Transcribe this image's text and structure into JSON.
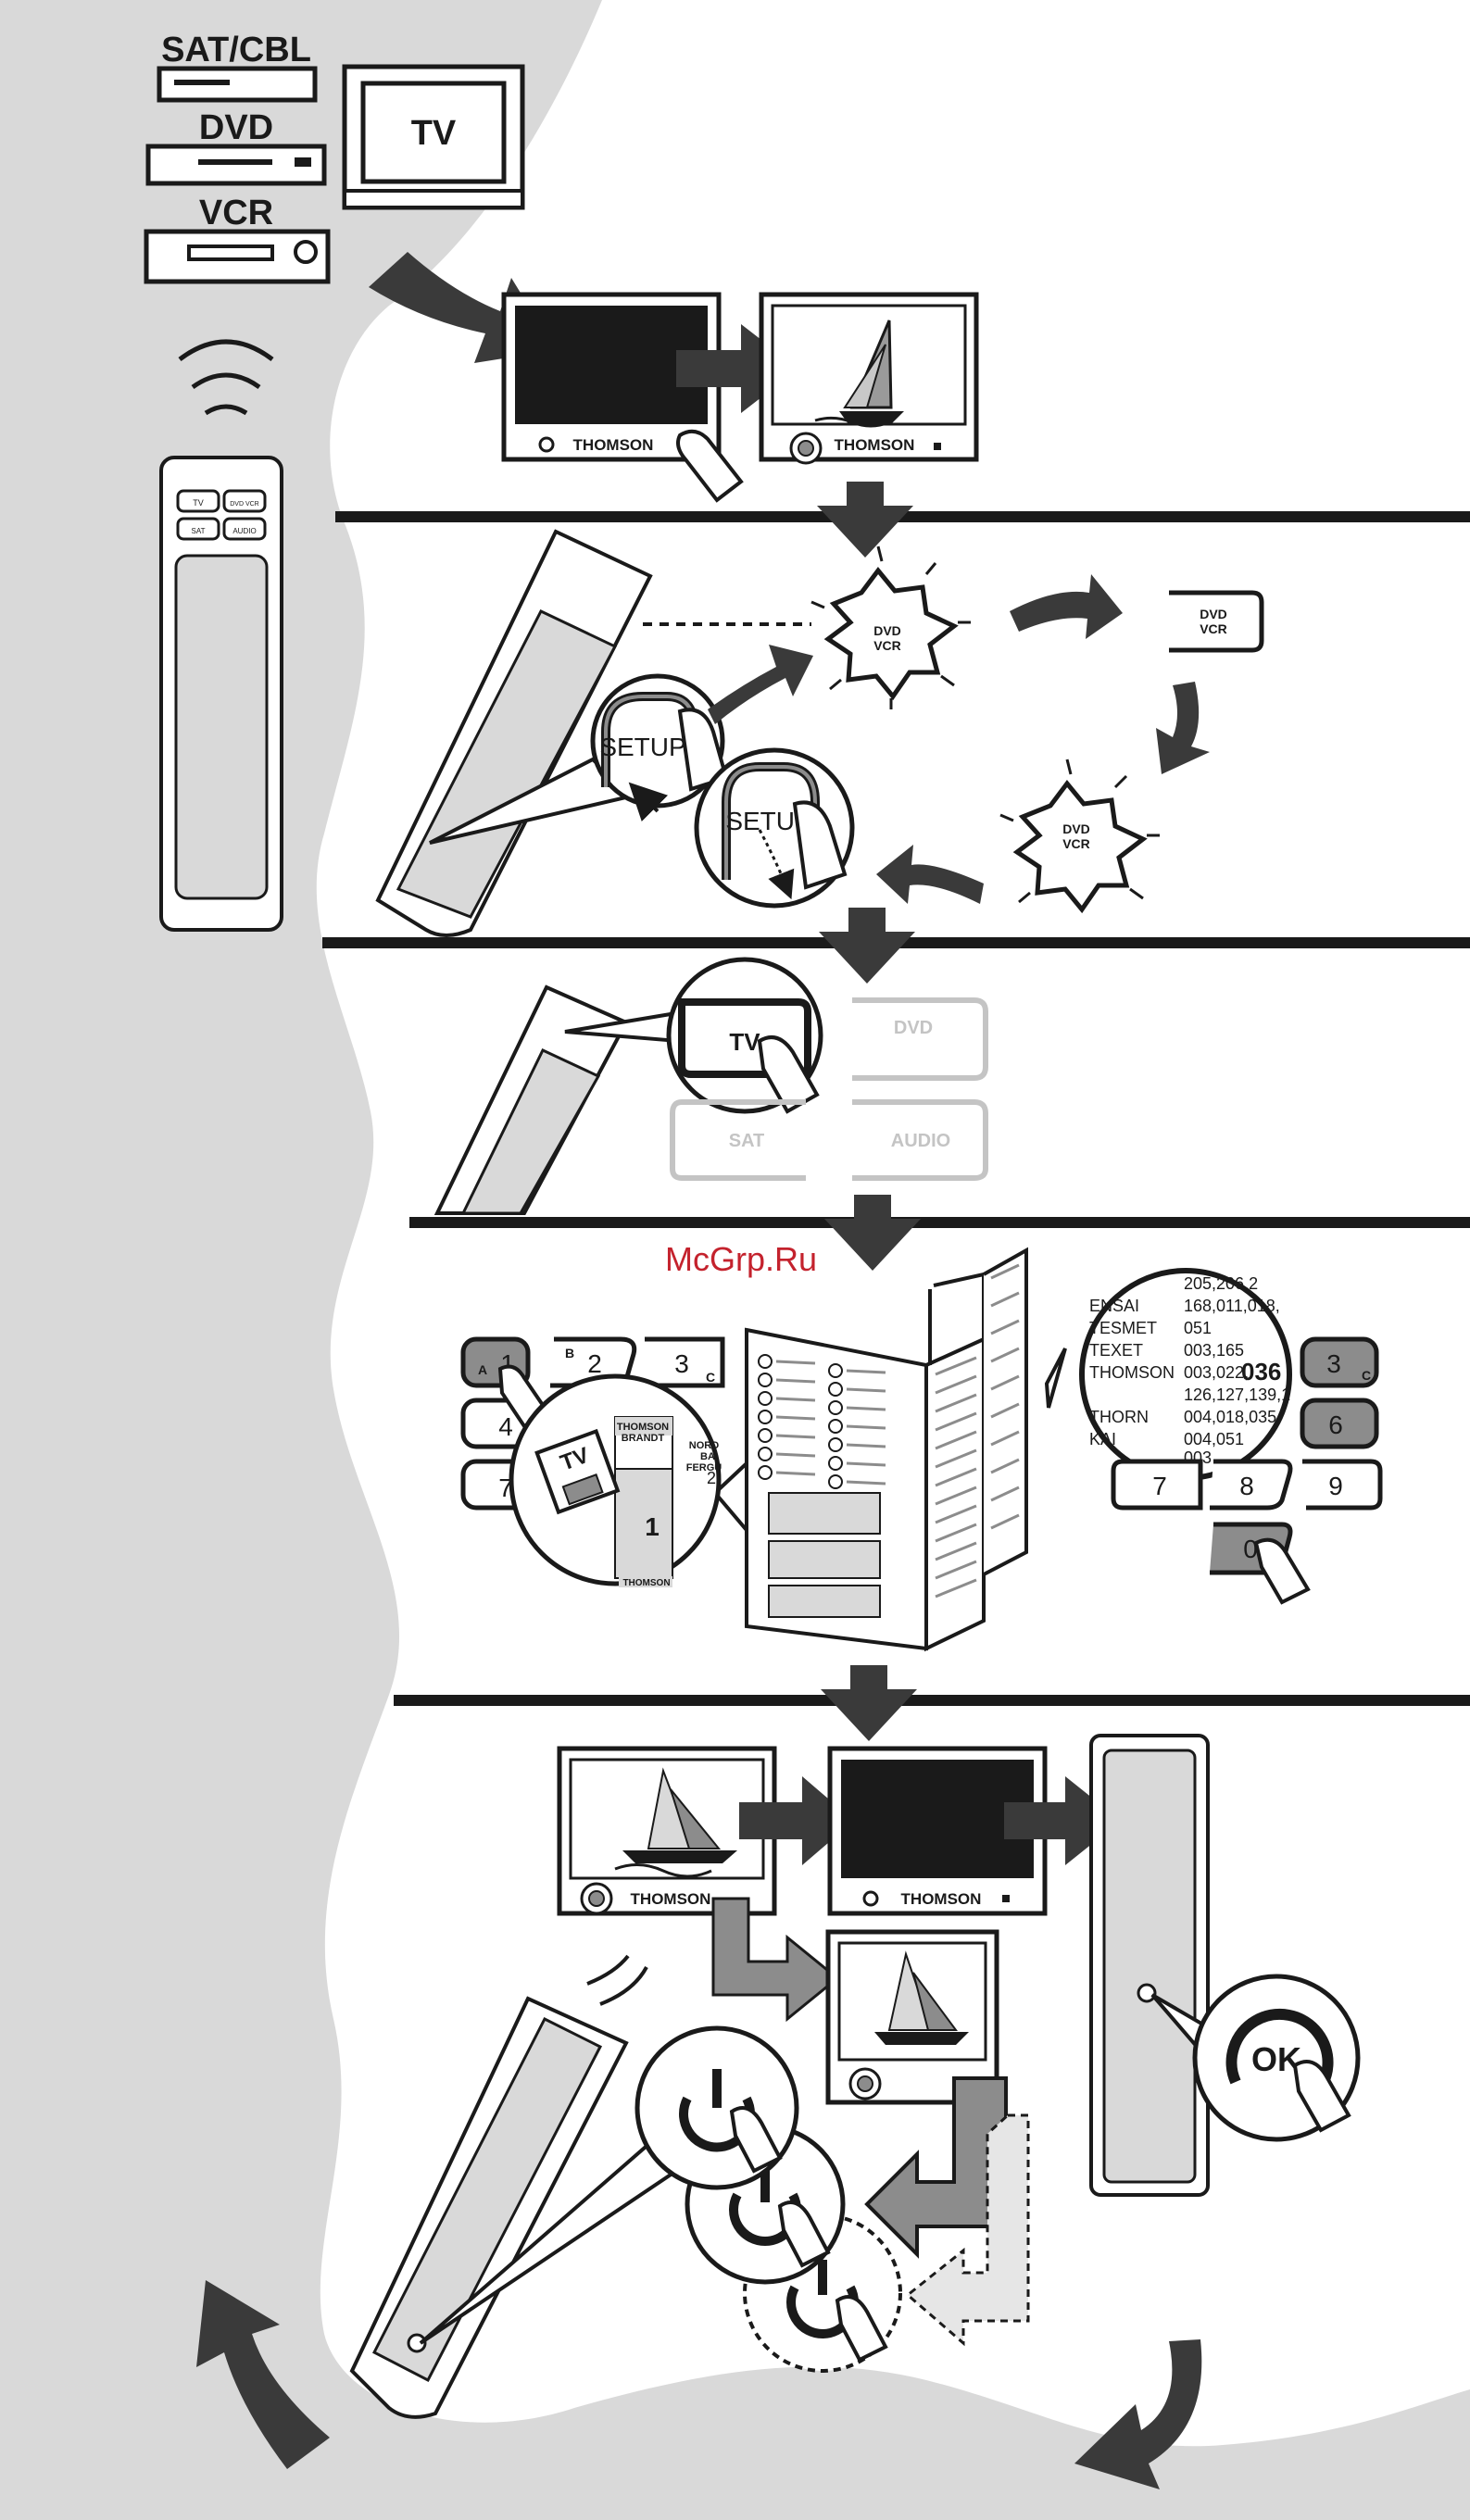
{
  "devices": {
    "sat_label": "SAT/CBL",
    "dvd_label": "DVD",
    "vcr_label": "VCR",
    "tv_label": "TV"
  },
  "brand": "THOMSON",
  "remote_buttons": {
    "tv": "TV",
    "dvd": "DVD",
    "sat": "SAT",
    "audio": "AUDIO",
    "dvd_vcr": "DVD VCR",
    "setup": "SETUP",
    "ok": "OK"
  },
  "code_list": {
    "rows": [
      {
        "brand": "",
        "codes": "205,206,2"
      },
      {
        "brand": "ENSAI",
        "codes": "168,011,018,"
      },
      {
        "brand": "TESMET",
        "codes": "051"
      },
      {
        "brand": "TEXET",
        "codes": "003,165"
      },
      {
        "brand": "THOMSON",
        "codes": "003,022,"
      },
      {
        "brand": "",
        "codes": "126,127,139,1"
      },
      {
        "brand": "THORN",
        "codes": "004,018,035,"
      },
      {
        "brand": "KAI",
        "codes": "004,051"
      },
      {
        "brand": "",
        "codes": "003"
      }
    ],
    "highlight_code": "036",
    "card_brand_1": "THOMSON BRANDT",
    "card_brand_2": "THOMSON",
    "card_brand_3": "NORD",
    "card_brand_4": "BA",
    "card_brand_5": "FERGU",
    "card_device": "TV",
    "card_index": "1",
    "card_index_2": "2"
  },
  "keypad_left": {
    "k1": "1",
    "k2": "2",
    "k3": "3",
    "k4": "4",
    "k7": "7",
    "a": "A",
    "b": "B",
    "c": "C"
  },
  "keypad_right": {
    "k3": "3",
    "k6": "6",
    "k7": "7",
    "k8": "8",
    "k9": "9",
    "k0": "0",
    "c": "C"
  },
  "watermark": "McGrp.Ru",
  "colors": {
    "side_panel": "#d9d9d9",
    "ink": "#1a1a1a",
    "arrow_dark": "#3a3a3a",
    "arrow_mid": "#8c8c8c",
    "ghost": "#c4c4c4",
    "watermark": "#c4222d"
  }
}
